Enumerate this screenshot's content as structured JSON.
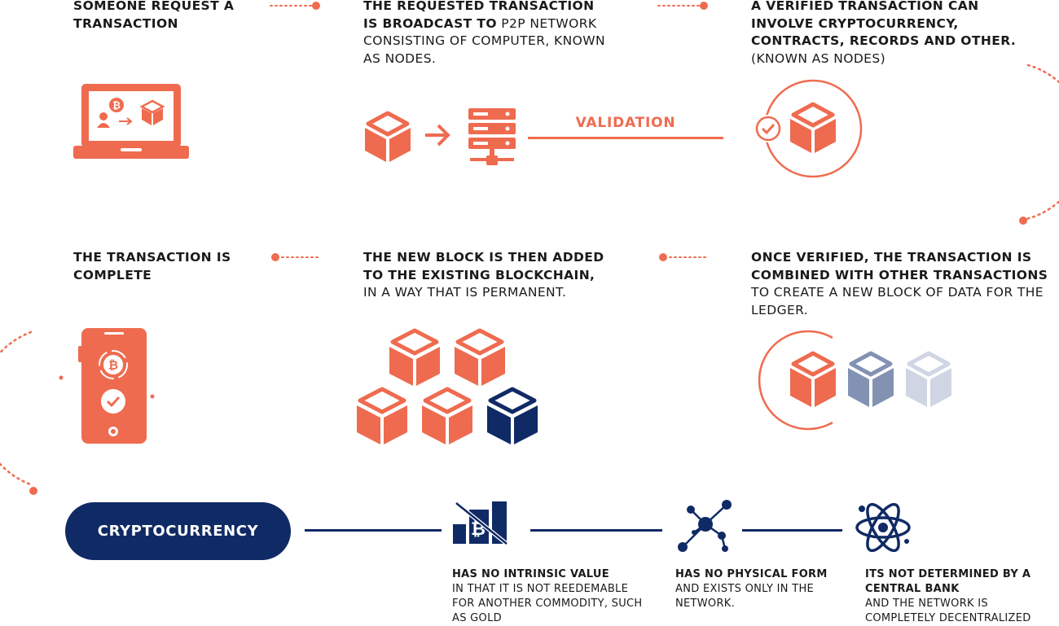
{
  "colors": {
    "orange": "#ef6b4f",
    "navy": "#102a66",
    "slate": "#8392b3",
    "pale": "#cfd5e3"
  },
  "steps": [
    {
      "bold": "SOMEONE REQUEST A TRANSACTION",
      "normal": ""
    },
    {
      "bold": "THE REQUESTED TRANSACTION IS BROADCAST TO",
      "normal": "P2P NETWORK CONSISTING OF COMPUTER, KNOWN AS NODES."
    },
    {
      "bold": "A VERIFIED TRANSACTION CAN INVOLVE CRYPTOCURRENCY, CONTRACTS, RECORDS AND OTHER.",
      "normal": "(KNOWN AS NODES)"
    },
    {
      "bold": "THE TRANSACTION IS COMPLETE",
      "normal": ""
    },
    {
      "bold": "THE NEW BLOCK IS THEN ADDED TO THE EXISTING BLOCKCHAIN,",
      "normal": "IN A WAY THAT IS PERMANENT."
    },
    {
      "bold": "ONCE VERIFIED, THE TRANSACTION IS COMBINED WITH OTHER TRANSACTIONS",
      "normal": "TO CREATE A NEW BLOCK OF DATA FOR THE LEDGER."
    }
  ],
  "validation_label": "VALIDATION",
  "crypto_label": "CRYPTOCURRENCY",
  "features": [
    {
      "bold": "HAS NO INTRINSIC VALUE",
      "normal": "IN THAT IT IS NOT REEDEMABLE FOR ANOTHER COMMODITY, SUCH AS GOLD"
    },
    {
      "bold": "HAS NO PHYSICAL FORM",
      "normal": "AND EXISTS ONLY IN THE NETWORK."
    },
    {
      "bold": "ITS NOT DETERMINED BY A CENTRAL BANK",
      "normal": "AND THE NETWORK IS COMPLETELY DECENTRALIZED"
    }
  ]
}
